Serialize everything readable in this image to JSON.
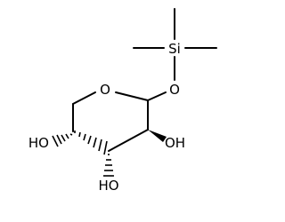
{
  "molecule": {
    "atoms": {
      "silicon": "Si",
      "ether_oxygen": "O",
      "ring_oxygen": "O",
      "hydroxyl_left": "HO",
      "hydroxyl_right": "OH",
      "hydroxyl_bottom": "HO"
    },
    "colors": {
      "bond": "#000000",
      "label": "#000000",
      "background": "#ffffff"
    }
  }
}
